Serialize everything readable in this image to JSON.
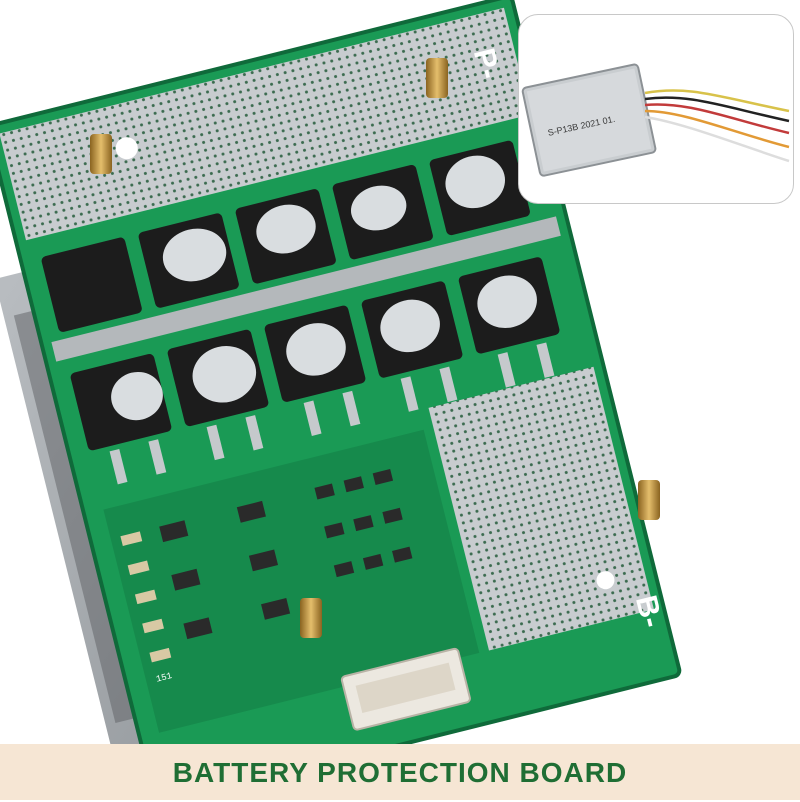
{
  "product": {
    "caption": "BATTERY PROTECTION BOARD",
    "board_labels": {
      "p_minus": "P-",
      "b_minus": "B-",
      "silkscreen": "151"
    },
    "inset": {
      "label": "S-P13B 2021 01."
    }
  },
  "colors": {
    "pcb_green": "#1a9a55",
    "pcb_dark_green": "#0f6a3a",
    "heatsink": "#9ea3a8",
    "mosfet_black": "#1c1c1c",
    "thermal_paste": "#d9dde0",
    "brass_standoff": "#c99a4a",
    "connector_white": "#ece8e0",
    "caption_band": "#f6e6d4",
    "caption_text": "#1f6e34"
  },
  "icons": [
    "pcb-board-image",
    "mosfet-component",
    "brass-standoff",
    "wire-connector"
  ]
}
